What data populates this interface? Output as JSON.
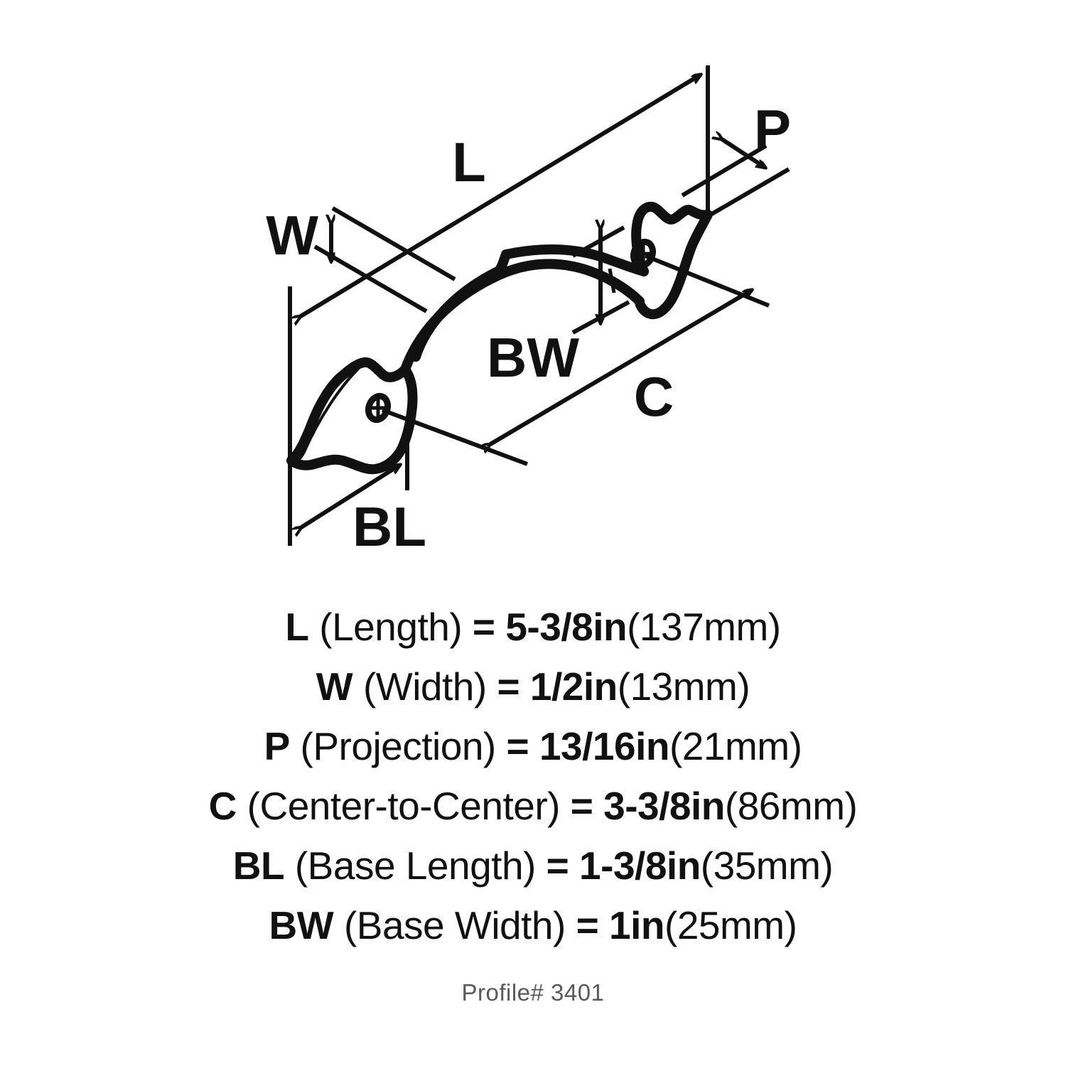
{
  "diagram": {
    "title": "Cabinet pull handle dimension diagram",
    "labels": {
      "length": "L",
      "width": "W",
      "projection": "P",
      "center_to_center": "C",
      "base_length": "BL",
      "base_width": "BW"
    },
    "line_color": "#111111",
    "product_outline_color": "#111111"
  },
  "specs": [
    {
      "key": "L",
      "name": "(Length)",
      "equals": "=",
      "value": "5-3/8in",
      "metric": "(137mm)"
    },
    {
      "key": "W",
      "name": "(Width)",
      "equals": "=",
      "value": "1/2in",
      "metric": "(13mm)"
    },
    {
      "key": "P",
      "name": "(Projection)",
      "equals": "=",
      "value": "13/16in",
      "metric": "(21mm)"
    },
    {
      "key": "C",
      "name": "(Center-to-Center)",
      "equals": "=",
      "value": "3-3/8in",
      "metric": "(86mm)"
    },
    {
      "key": "BL",
      "name": "(Base Length)",
      "equals": "=",
      "value": "1-3/8in",
      "metric": "(35mm)"
    },
    {
      "key": "BW",
      "name": "(Base Width)",
      "equals": "=",
      "value": "1in",
      "metric": "(25mm)"
    }
  ],
  "profile": {
    "text": "Profile# 3401"
  }
}
